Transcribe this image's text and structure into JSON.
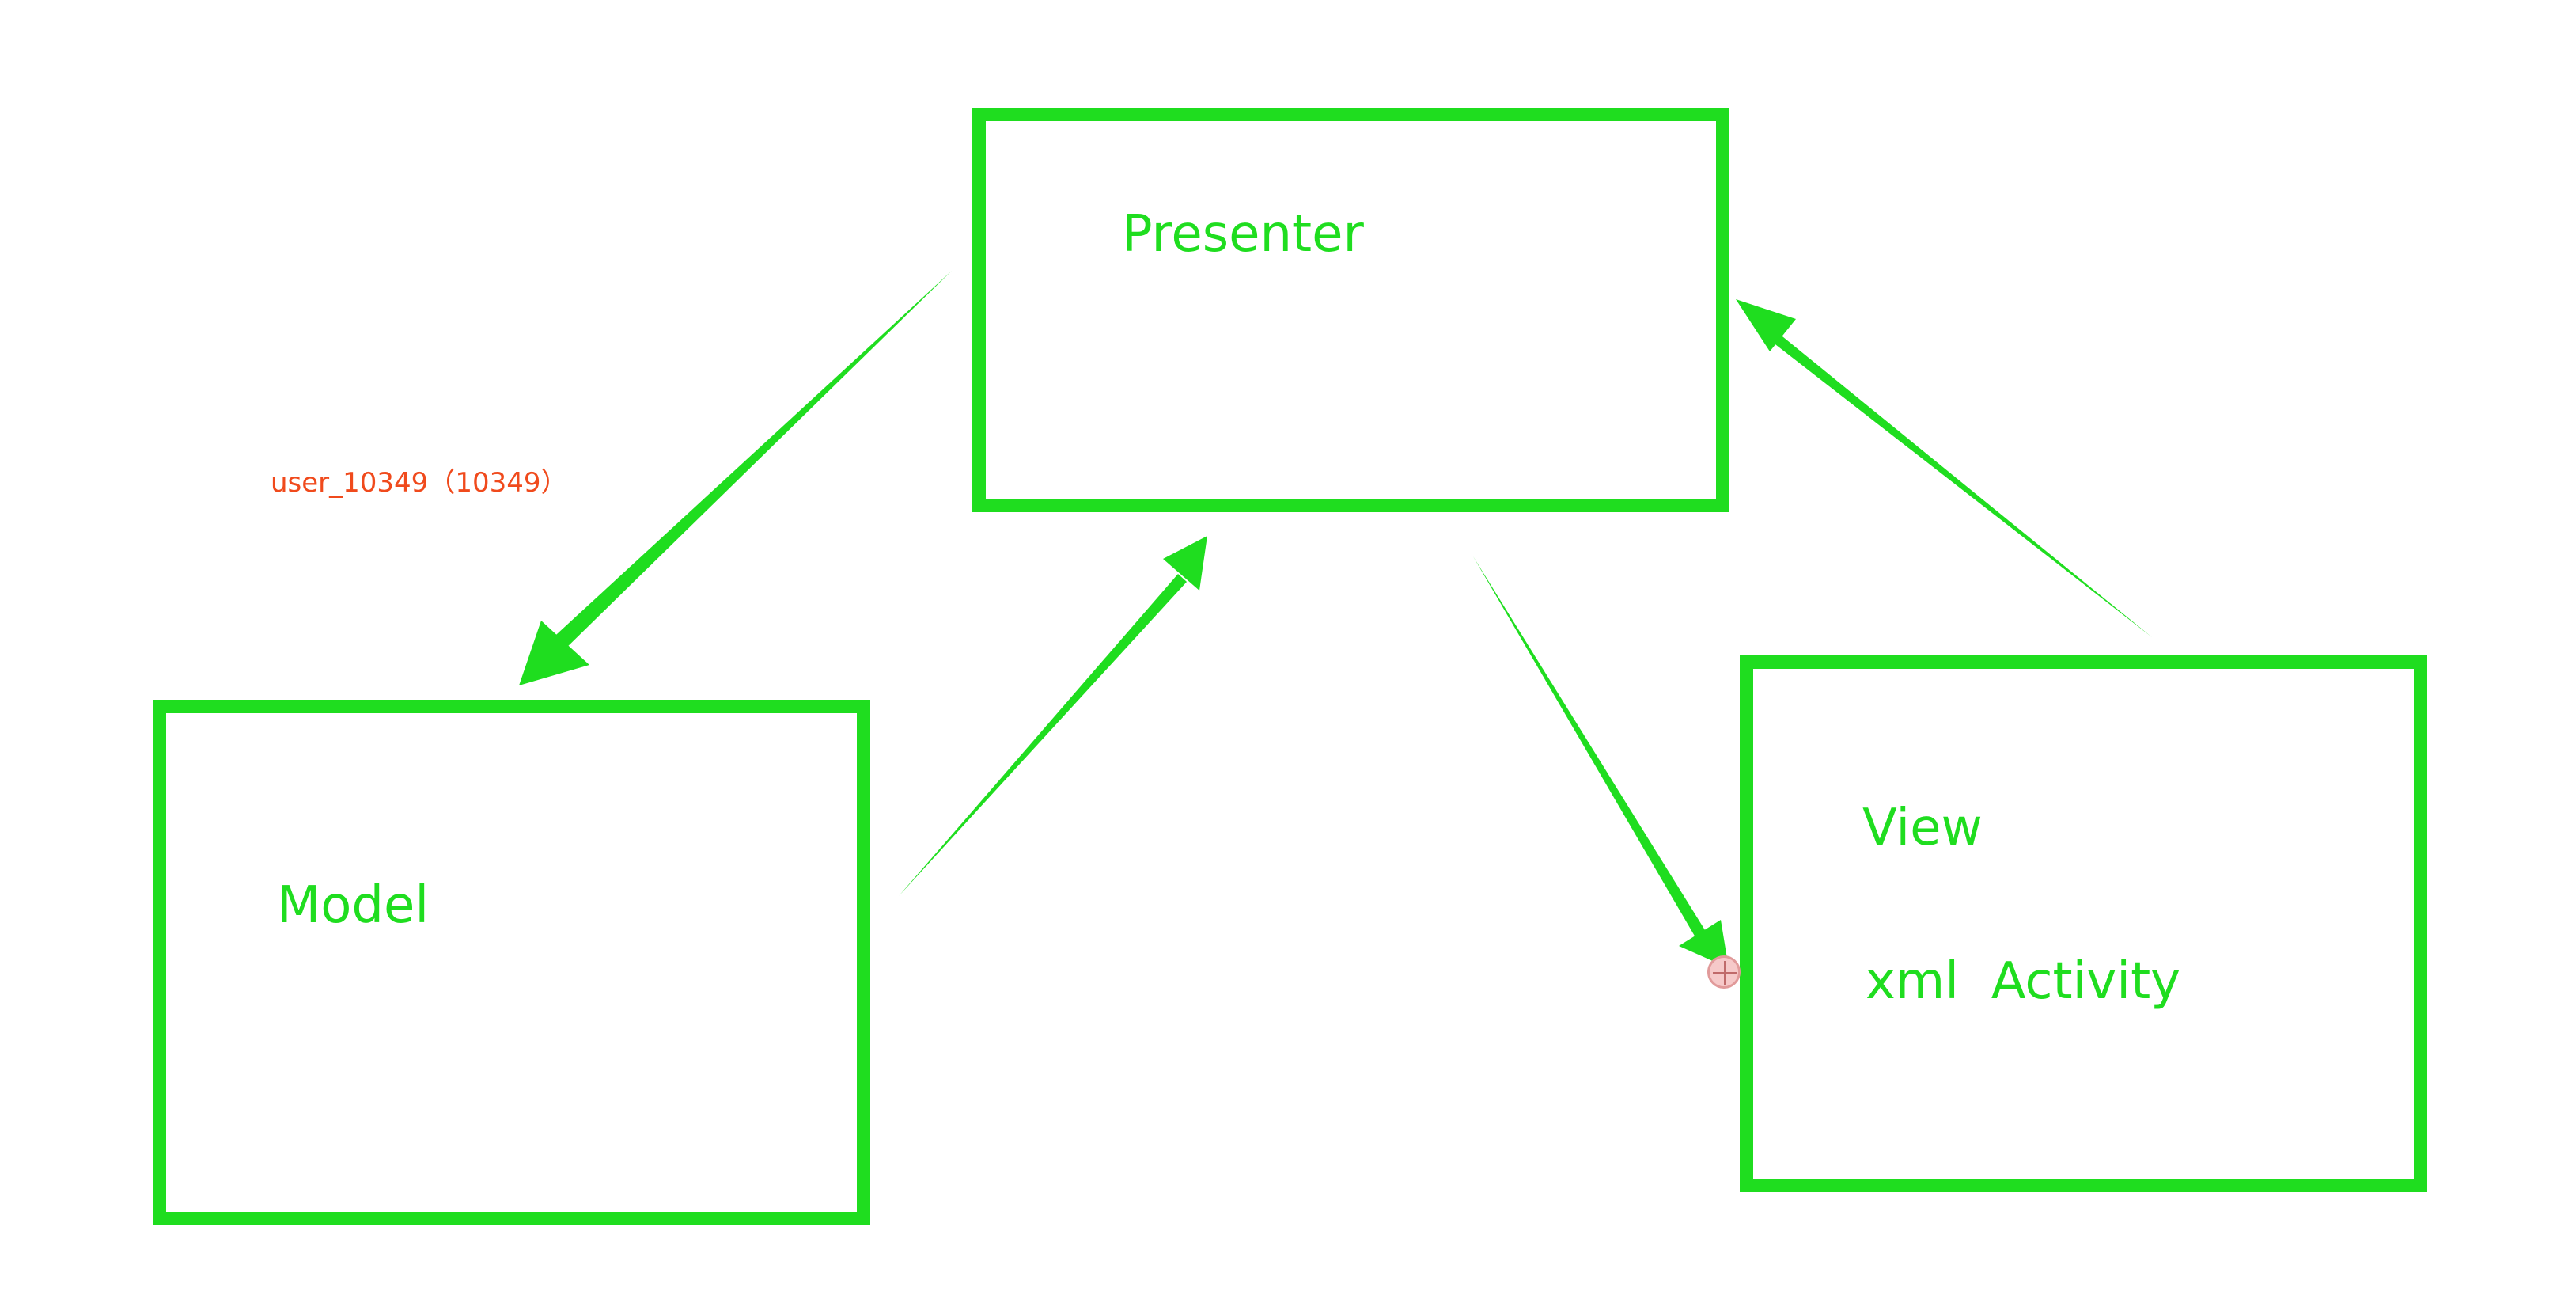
{
  "diagram": {
    "nodes": {
      "presenter": {
        "label": "Presenter"
      },
      "model": {
        "label": "Model"
      },
      "view": {
        "label": "View",
        "sublabel": "xml  Activity"
      }
    },
    "edges": [
      {
        "from": "presenter",
        "to": "model"
      },
      {
        "from": "model",
        "to": "presenter"
      },
      {
        "from": "presenter",
        "to": "view"
      },
      {
        "from": "view",
        "to": "presenter"
      }
    ],
    "watermark": "user_10349（10349）"
  },
  "colors": {
    "accent": "#1fdd1f",
    "watermark": "#f04a1c",
    "background": "#ffffff"
  }
}
